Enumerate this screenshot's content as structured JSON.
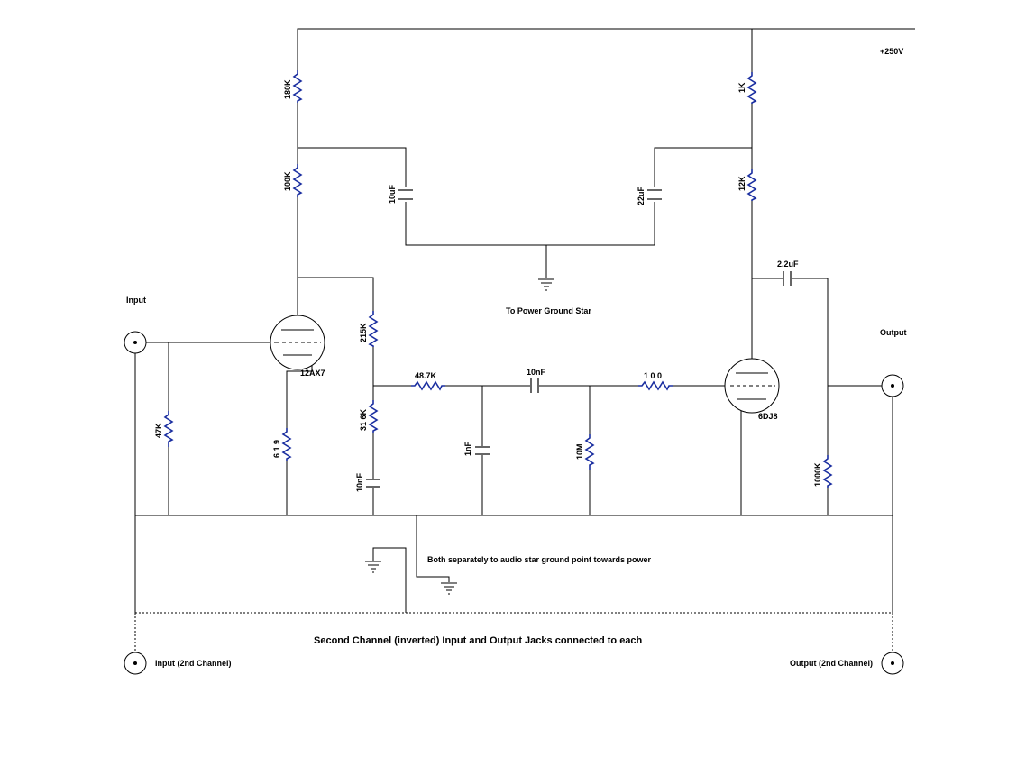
{
  "supply": {
    "label": "+250V"
  },
  "jacks": {
    "input": "Input",
    "output": "Output",
    "input2": "Input (2nd Channel)",
    "output2": "Output (2nd Channel)"
  },
  "tubes": {
    "v1": "12AX7",
    "v2": "6DJ8"
  },
  "resistors": {
    "r180k": "180K",
    "r100k": "100K",
    "r1k": "1K",
    "r12k": "12K",
    "r215k": "215K",
    "r316k": "31 6K",
    "r47k": "47K",
    "r619": "6 1 9",
    "r487k": "48.7K",
    "r100": "1 0 0",
    "r10m": "10M",
    "r1000k": "1000K"
  },
  "capacitors": {
    "c10uf": "10uF",
    "c22uf": "22uF",
    "c22out": "2.2uF",
    "c10nf_series": "10nF",
    "c10nf_shunt": "10nF",
    "c1nf": "1nF"
  },
  "notes": {
    "power_ground": "To Power Ground Star",
    "audio_ground": "Both separately to audio star ground point towards power",
    "second_channel": "Second Channel (inverted)  Input and Output Jacks connected to each"
  },
  "colors": {
    "resistor": "#1a2ea0",
    "wire": "#000000",
    "background": "#ffffff"
  }
}
